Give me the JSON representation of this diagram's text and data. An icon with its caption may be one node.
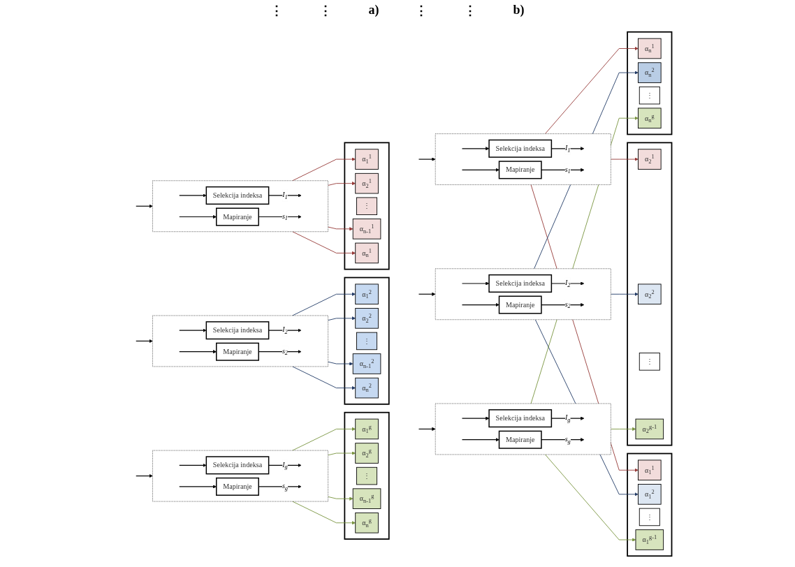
{
  "diagram": {
    "nodes": [
      {
        "text": [],
        "shape": "box"
      },
      {
        "text": [
          "Selekcija indeksa"
        ],
        "in": 0
      },
      {
        "text": [
          "Mapiranje"
        ],
        "in": 0
      },
      {
        "text": [],
        "shape": "box"
      },
      {
        "text": [
          "Selekcija indeksa"
        ],
        "in": 3
      },
      {
        "text": [
          "Mapiranje"
        ],
        "in": 3
      },
      {
        "text": [],
        "shape": "box"
      },
      {
        "text": [
          "Selekcija indeksa"
        ],
        "in": 6
      },
      {
        "text": [
          "Mapiranje"
        ],
        "in": 6
      },
      {
        "text": [],
        "shape": "box"
      },
      {
        "text": [
          "α$_{1}$$^{1}$"
        ],
        "in": 9
      },
      {
        "text": [
          "α$_{2}$$^{1}$"
        ],
        "in": 9
      },
      {
        "text": [
          "⋮"
        ],
        "in": 9
      },
      {
        "text": [
          "α$_{n-1}$$^{1}$"
        ],
        "in": 9
      },
      {
        "text": [
          "α$_{n}$$^{1}$"
        ],
        "in": 9
      },
      {
        "text": [],
        "shape": "box"
      },
      {
        "text": [
          "α$_{1}$$^{2}$"
        ],
        "in": 15
      },
      {
        "text": [
          "α$_{2}$$^{2}$"
        ],
        "in": 15
      },
      {
        "text": [
          "⋮"
        ],
        "in": 15
      },
      {
        "text": [
          "α$_{n-1}$$^{2}$"
        ],
        "in": 15
      },
      {
        "text": [
          "α$_{n}$$^{2}$"
        ],
        "in": 15
      },
      {
        "text": [],
        "shape": "box"
      },
      {
        "text": [
          "α$_{1}$$^{g}$"
        ],
        "in": 21
      },
      {
        "text": [
          "α$_{2}$$^{g}$"
        ],
        "in": 21
      },
      {
        "text": [
          "⋮"
        ],
        "in": 21
      },
      {
        "text": [
          "α$_{n-1}$$^{g}$"
        ],
        "in": 21
      },
      {
        "text": [
          "α$_{n}$$^{g}$"
        ],
        "in": 21
      },
      {
        "text": [],
        "shape": "box"
      },
      {
        "text": [
          "Selekcija indeksa"
        ],
        "in": 27
      },
      {
        "text": [
          "Mapiranje"
        ],
        "in": 27
      },
      {
        "text": [],
        "shape": "box"
      },
      {
        "text": [
          "Selekcija indeksa"
        ],
        "in": 30
      },
      {
        "text": [
          "Mapiranje"
        ],
        "in": 30
      },
      {
        "text": [],
        "shape": "box"
      },
      {
        "text": [
          "Selekcija indeksa"
        ],
        "in": 33
      },
      {
        "text": [
          "Mapiranje"
        ],
        "in": 33
      },
      {
        "text": [],
        "shape": "box"
      },
      {
        "text": [
          "α$_{1}$$^{1}$"
        ],
        "in": 36
      },
      {
        "text": [
          "α$_{1}$$^{2}$"
        ],
        "in": 36
      },
      {
        "text": [
          "⋮"
        ],
        "in": 36
      },
      {
        "text": [
          "α$_{1}$$^{g-1}$"
        ],
        "in": 36
      },
      {
        "text": [],
        "shape": "box"
      },
      {
        "text": [
          "α$_{2}$$^{1}$"
        ],
        "in": 41
      },
      {
        "text": [
          "α$_{2}$$^{2}$"
        ],
        "in": 41
      },
      {
        "text": [
          "⋮"
        ],
        "in": 41
      },
      {
        "text": [
          "α$_{2}$$^{g-1}$"
        ],
        "in": 41
      },
      {
        "text": [],
        "shape": "box"
      },
      {
        "text": [
          "α$_{n}$$^{1}$"
        ],
        "in": 46
      },
      {
        "text": [
          "α$_{n}$$^{2}$"
        ],
        "in": 46
      },
      {
        "text": [
          "⋮"
        ],
        "in": 46
      },
      {
        "text": [
          "α$_{n}$$^{g}$"
        ],
        "in": 46
      }
    ],
    "edges": [
      {
        "from": null,
        "to": 0,
        "arrow": "to"
      },
      {
        "from": null,
        "to": 1,
        "arrow": "to"
      },
      {
        "from": null,
        "to": 2,
        "arrow": "to"
      },
      {
        "from": 1,
        "to": null,
        "arrow": "to",
        "label": "I$_{1}$"
      },
      {
        "from": 2,
        "to": null,
        "arrow": "to",
        "label": "s$_{1}$"
      },
      {
        "from": null,
        "to": 3,
        "arrow": "to"
      },
      {
        "from": null,
        "to": 4,
        "arrow": "to"
      },
      {
        "from": null,
        "to": 5,
        "arrow": "to"
      },
      {
        "from": 4,
        "to": null,
        "arrow": "to",
        "label": "I$_{2}$"
      },
      {
        "from": 5,
        "to": null,
        "arrow": "to",
        "label": "s$_{2}$"
      },
      {
        "from": null,
        "to": 6,
        "arrow": "to"
      },
      {
        "from": null,
        "to": 7,
        "arrow": "to"
      },
      {
        "from": null,
        "to": 8,
        "arrow": "to"
      },
      {
        "from": 7,
        "to": null,
        "arrow": "to",
        "label": "I$_{g}$"
      },
      {
        "from": 8,
        "to": null,
        "arrow": "to",
        "label": "s$_{g}$"
      },
      {
        "from": 0,
        "to": 10,
        "arrow": "to",
        "color": "#953735"
      },
      {
        "from": 0,
        "to": 11,
        "arrow": "to",
        "color": "#953735"
      },
      {
        "from": 0,
        "to": 13,
        "arrow": "to",
        "color": "#953735"
      },
      {
        "from": 0,
        "to": 14,
        "arrow": "to",
        "color": "#953735"
      },
      {
        "from": 3,
        "to": 16,
        "arrow": "to",
        "color": "#1f3864"
      },
      {
        "from": 3,
        "to": 17,
        "arrow": "to",
        "color": "#1f3864"
      },
      {
        "from": 3,
        "to": 19,
        "arrow": "to",
        "color": "#1f3864"
      },
      {
        "from": 3,
        "to": 20,
        "arrow": "to",
        "color": "#1f3864"
      },
      {
        "from": 6,
        "to": 22,
        "arrow": "to",
        "color": "#77933c"
      },
      {
        "from": 6,
        "to": 23,
        "arrow": "to",
        "color": "#77933c"
      },
      {
        "from": 6,
        "to": 25,
        "arrow": "to",
        "color": "#77933c"
      },
      {
        "from": 6,
        "to": 26,
        "arrow": "to",
        "color": "#77933c"
      },
      {
        "from": null,
        "to": 27,
        "arrow": "to"
      },
      {
        "from": null,
        "to": 28,
        "arrow": "to"
      },
      {
        "from": null,
        "to": 29,
        "arrow": "to"
      },
      {
        "from": 28,
        "to": null,
        "arrow": "to",
        "label": "I$_{1}$"
      },
      {
        "from": 29,
        "to": null,
        "arrow": "to",
        "label": "s$_{1}$"
      },
      {
        "from": null,
        "to": 30,
        "arrow": "to"
      },
      {
        "from": null,
        "to": 31,
        "arrow": "to"
      },
      {
        "from": null,
        "to": 32,
        "arrow": "to"
      },
      {
        "from": 31,
        "to": null,
        "arrow": "to",
        "label": "I$_{2}$"
      },
      {
        "from": 32,
        "to": null,
        "arrow": "to",
        "label": "s$_{2}$"
      },
      {
        "from": null,
        "to": 33,
        "arrow": "to"
      },
      {
        "from": null,
        "to": 34,
        "arrow": "to"
      },
      {
        "from": null,
        "to": 35,
        "arrow": "to"
      },
      {
        "from": 34,
        "to": null,
        "arrow": "to",
        "label": "I$_{g}$"
      },
      {
        "from": 35,
        "to": null,
        "arrow": "to",
        "label": "s$_{g}$"
      },
      {
        "from": 27,
        "to": 37,
        "arrow": "to",
        "color": "#953735"
      },
      {
        "from": 27,
        "to": 42,
        "arrow": "to",
        "color": "#953735"
      },
      {
        "from": 27,
        "to": 47,
        "arrow": "to",
        "color": "#953735"
      },
      {
        "from": 30,
        "to": 38,
        "arrow": "to",
        "color": "#1f3864"
      },
      {
        "from": 30,
        "to": 43,
        "arrow": "to",
        "color": "#1f3864"
      },
      {
        "from": 30,
        "to": 48,
        "arrow": "to",
        "color": "#1f3864"
      },
      {
        "from": 33,
        "to": 40,
        "arrow": "to",
        "color": "#77933c"
      },
      {
        "from": 33,
        "to": 45,
        "arrow": "to",
        "color": "#77933c"
      },
      {
        "from": 33,
        "to": 50,
        "arrow": "to",
        "color": "#77933c"
      }
    ],
    "labels": [
      "⋮",
      "⋮",
      "a)",
      "⋮",
      "⋮",
      "b)"
    ]
  }
}
